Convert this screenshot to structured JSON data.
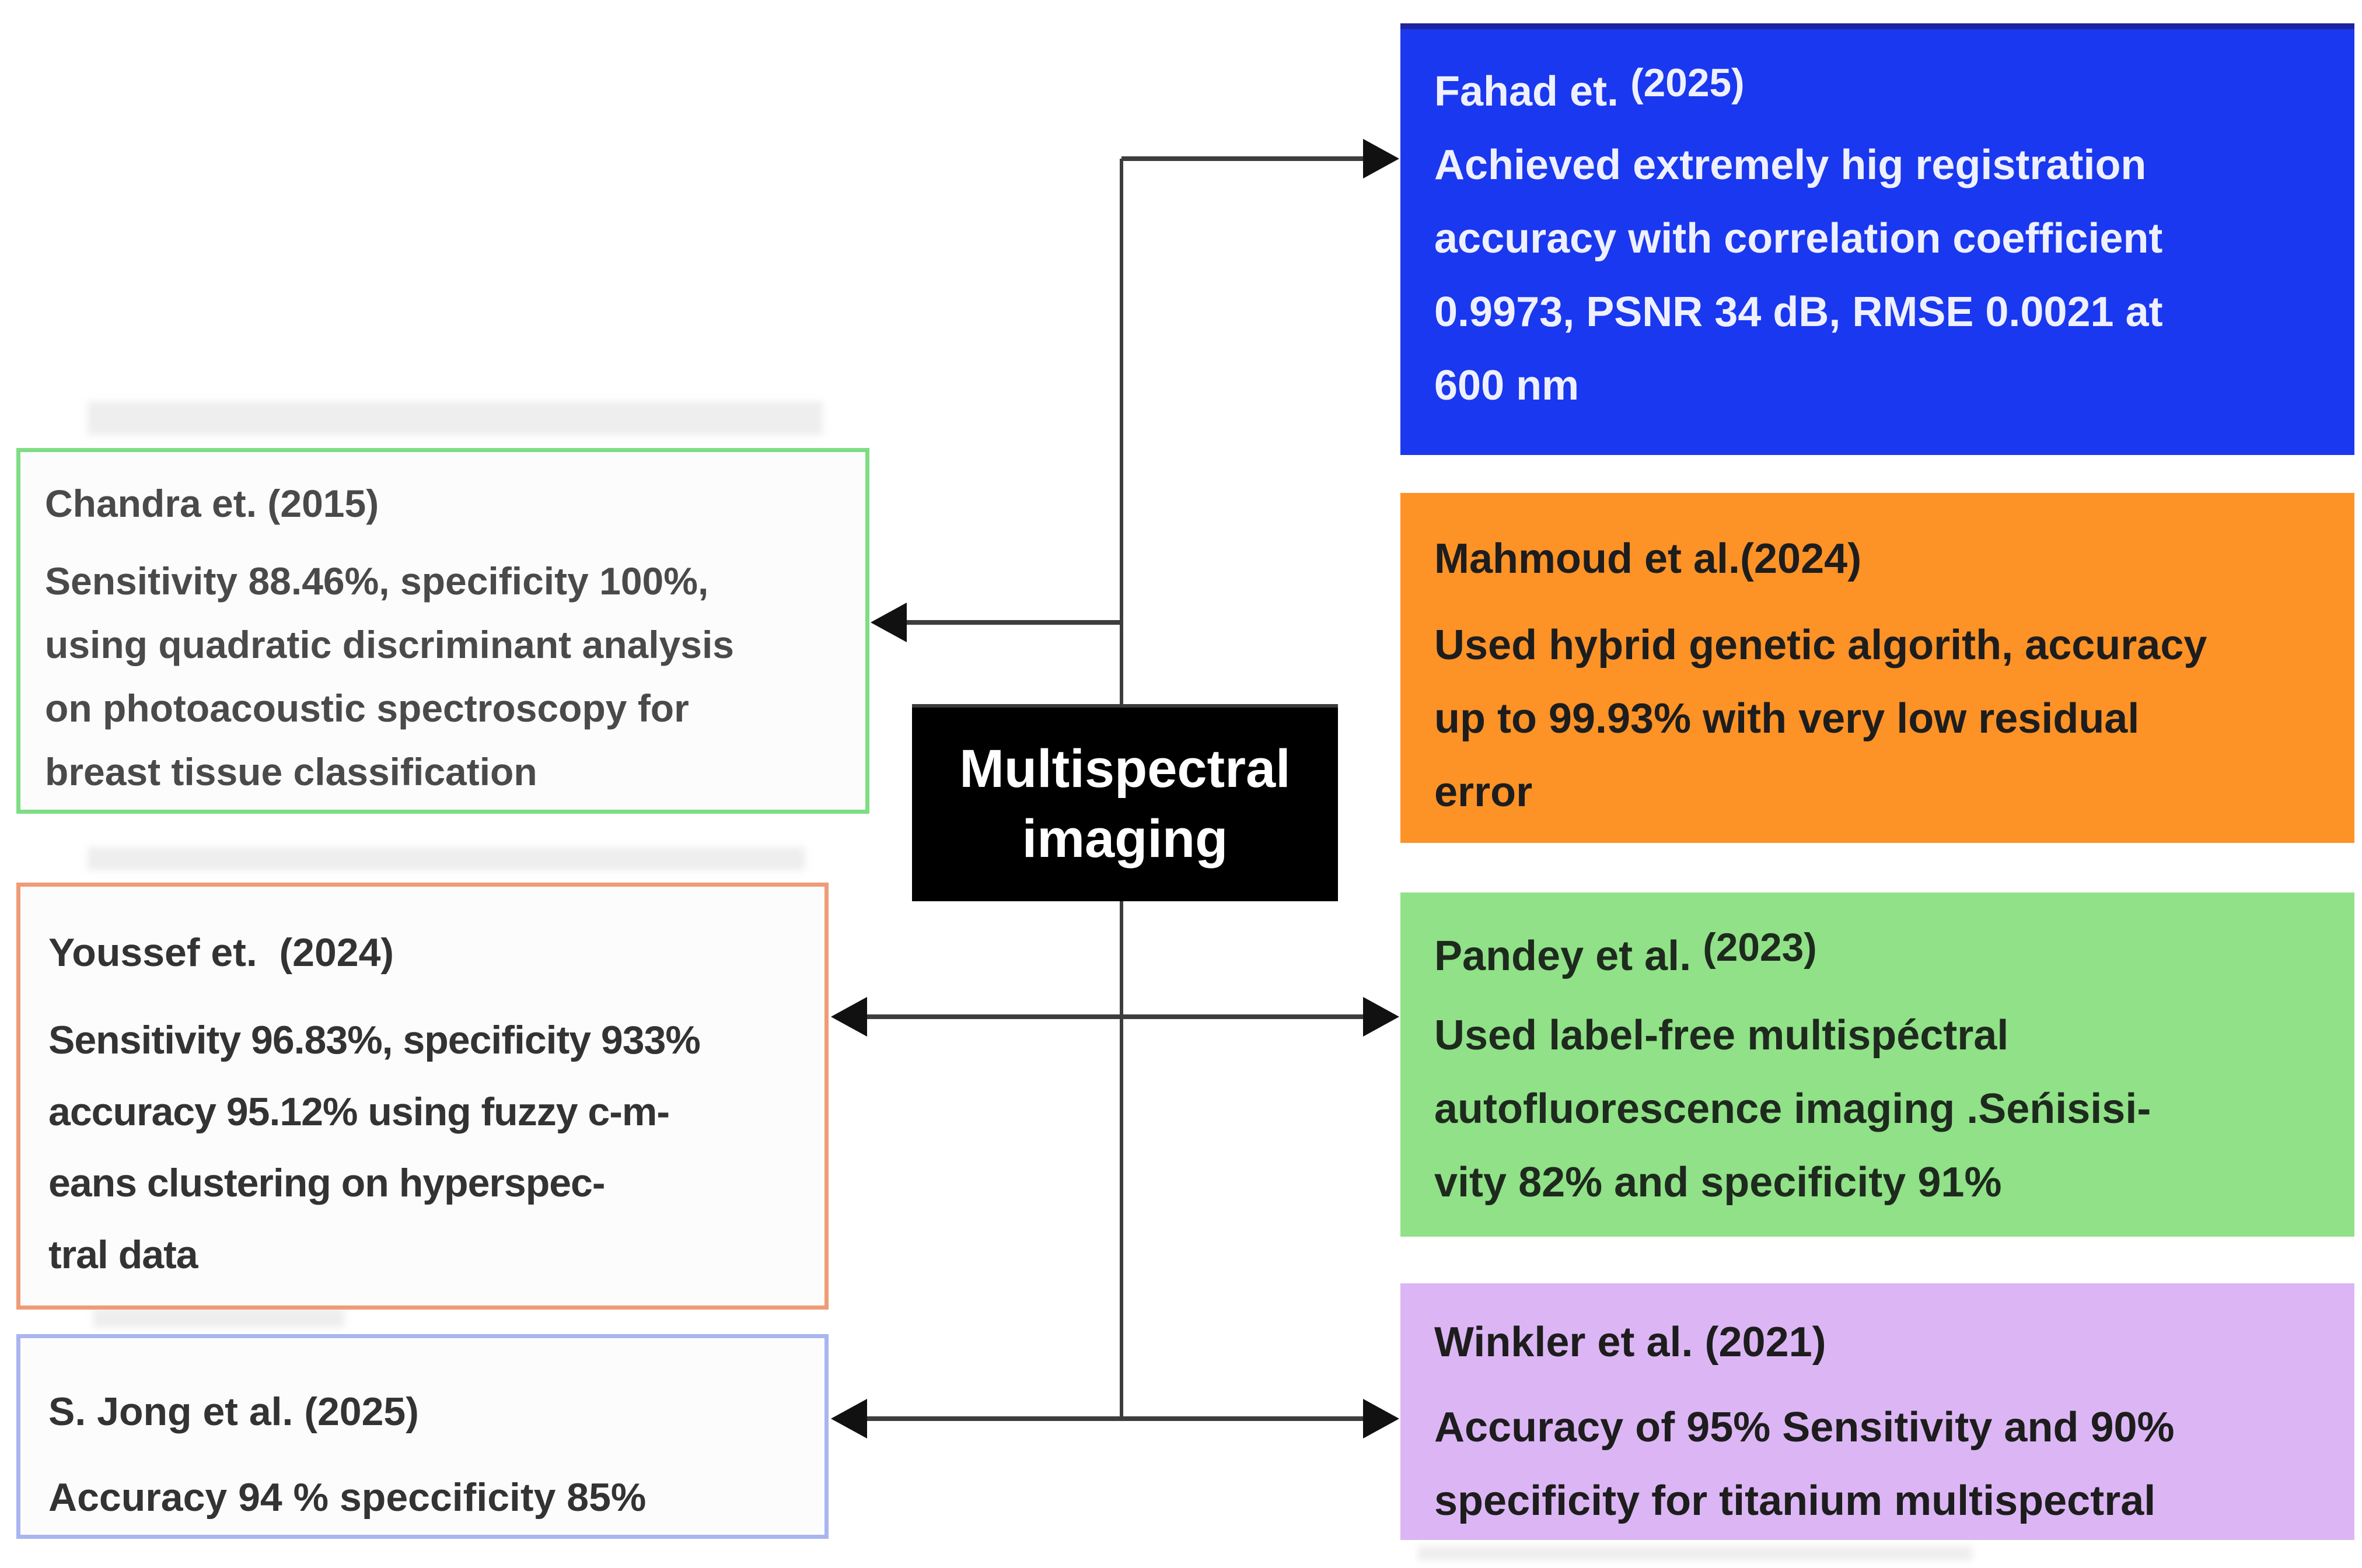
{
  "figure": {
    "type": "diagram",
    "background": "#ffffff",
    "connector_color": "#3d3d3d",
    "arrowhead_color": "#111111"
  },
  "center_node": {
    "label": "Multispectral\nimaging",
    "bg": "#000000",
    "text_color": "#ffffff"
  },
  "boxes": {
    "fahad": {
      "title_name": "Fahad et.",
      "title_year": "(2025)",
      "body": "Achieved extremely hig registration\naccuracy with correlation coefficient\n0.9973, PSNR 34 dB, RMSE 0.0021 at\n600 nm",
      "bg": "#1a38ef",
      "text_color": "#eef0ff"
    },
    "mahmoud": {
      "title": "Mahmoud et al.(2024)",
      "body": "Used hyþrid genetic algorith, accuracy\nup to 99.93% with very low residual\nerror",
      "bg": "#fd9226",
      "text_color": "#1d1d1d"
    },
    "pandey": {
      "title_name": "Pandey et al.",
      "title_year": "(2023)",
      "body": "Used label-free multispéctral\nautofluorescence imaging .Seńisisi-\nvity 82% and specificity 91%",
      "bg": "#90e187",
      "text_color": "#1e2a1e"
    },
    "winkler": {
      "title": "Winkler et al. (2021)",
      "body": "Accuracy of 95% Sensitivity and 90%\nspecificity for titanium multispectral",
      "bg": "#dcb6f4",
      "text_color": "#1d1d1d"
    },
    "chandra": {
      "title": "Chandra et. (2015)",
      "body": "Sensitivity 88.46%, specificity 100%,\nusing quadratic discriminant analysis\non photoacoustic spectroscopy for\nbreast tissue classification",
      "border_color": "#7edd84",
      "text_color": "#4a4a4a"
    },
    "youssef": {
      "title": "Youssef et.  (2024)",
      "body": "Sensitivity 96.83%, specificity 933%\naccuracy 95.12% using fuzzy c-m-\neans clustering on hyperspec-\ntral data",
      "border_color": "#ef9b76",
      "text_color": "#333333"
    },
    "sjong": {
      "title": "S. Jong et al. (2025)",
      "body": "Accuracy 94 % speccificity 85%",
      "border_color": "#a9b5f0",
      "text_color": "#333333"
    }
  }
}
